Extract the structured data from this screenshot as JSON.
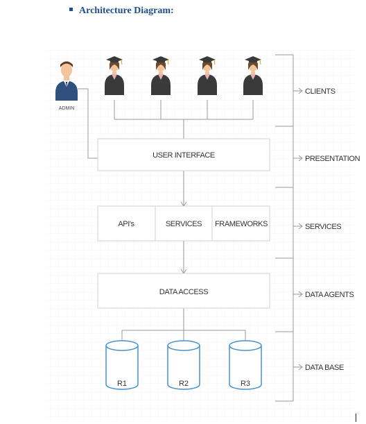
{
  "heading": "Architecture Diagram:",
  "admin_label": "ADMIN",
  "components": {
    "user_interface": "USER INTERFACE",
    "apis": "API's",
    "services": "SERVICES",
    "frameworks": "FRAMEWORKS",
    "data_access": "DATA ACCESS"
  },
  "databases": [
    "R1",
    "R2",
    "R3"
  ],
  "tiers": [
    "CLIENTS",
    "PRESENTATION",
    "SERVICES",
    "DATA AGENTS",
    "DATA BASE"
  ],
  "colors": {
    "heading": "#1f4e8c",
    "line": "#9a9a9a",
    "database_stroke": "#4a90c8",
    "admin_suit": "#2f4f7f",
    "student_gown": "#3a3a3a",
    "student_cap": "#3a3a3a",
    "skin": "#f2c49b"
  },
  "icons": {
    "admin": "admin-person-icon",
    "student": "graduate-student-icon",
    "database": "database-cylinder-icon"
  }
}
